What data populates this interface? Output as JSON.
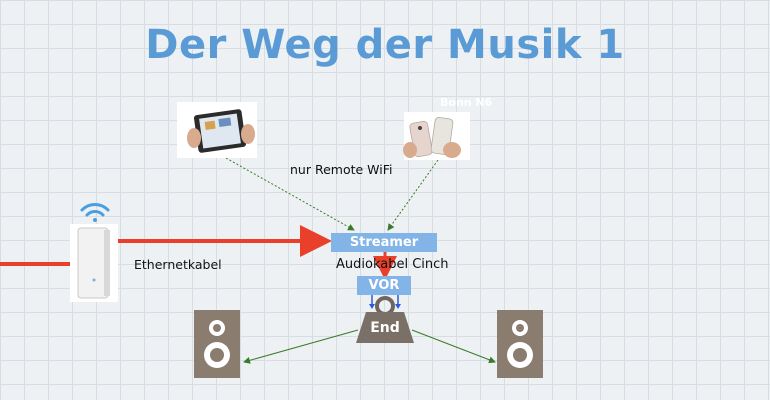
{
  "title": "Der Weg der Musik 1",
  "labels": {
    "wifi_remote": "nur Remote WiFi",
    "ethernet": "Ethernetkabel",
    "cinch": "Audiokabel Cinch",
    "phone_caption": "Bonn N6"
  },
  "boxes": {
    "streamer": "Streamer",
    "vor": "VOR",
    "end": "End"
  },
  "colors": {
    "title": "#5b9bd5",
    "box_fill": "#82b4e8",
    "ethernet_arrow": "#e8402a",
    "remote_arrow": "#3a7a2a",
    "speaker": "#8a7d70"
  },
  "icons": [
    "tablet-icon",
    "phone-icon",
    "router-icon",
    "wifi-icon",
    "speaker-icon",
    "weight-icon"
  ]
}
